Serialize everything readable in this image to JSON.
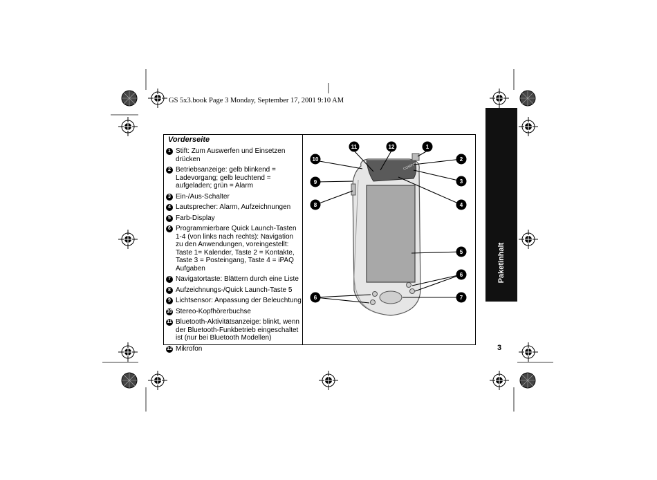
{
  "header": {
    "book_info": "GS 5x3.book  Page 3  Monday, September 17, 2001  9:10 AM"
  },
  "section": {
    "title": "Vorderseite"
  },
  "features": [
    {
      "num": "1",
      "text": "Stift: Zum Auswerfen und Einsetzen drücken"
    },
    {
      "num": "2",
      "text": "Betriebsanzeige: gelb blinkend = Ladevorgang; gelb leuchtend = aufgeladen; grün = Alarm"
    },
    {
      "num": "3",
      "text": "Ein-/Aus-Schalter"
    },
    {
      "num": "4",
      "text": "Lautsprecher: Alarm, Aufzeichnungen"
    },
    {
      "num": "5",
      "text": "Farb-Display"
    },
    {
      "num": "6",
      "text": "Programmierbare Quick Launch-Tasten 1-4 (von links nach rechts): Navigation zu den Anwendungen, voreingestellt: Taste 1= Kalender, Taste 2 = Kontakte, Taste 3 = Posteingang, Taste 4 = iPAQ Aufgaben"
    },
    {
      "num": "7",
      "text": "Navigatortaste: Blättern durch eine Liste"
    },
    {
      "num": "8",
      "text": "Aufzeichnungs-/Quick Launch-Taste 5"
    },
    {
      "num": "9",
      "text": "Lichtsensor: Anpassung der Beleuchtung"
    },
    {
      "num": "10",
      "text": "Stereo-Kopfhörerbuchse"
    },
    {
      "num": "11",
      "text": "Bluetooth-Aktivitätsanzeige: blinkt, wenn der Bluetooth-Funkbetrieb eingeschaltet ist (nur bei Bluetooth Modellen)"
    },
    {
      "num": "12",
      "text": "Mikrofon"
    }
  ],
  "figure": {
    "callouts": [
      "11",
      "12",
      "1",
      "10",
      "2",
      "9",
      "3",
      "8",
      "4",
      "5",
      "6",
      "6",
      "7"
    ],
    "brand_text": "COMPAQ"
  },
  "side_tab": {
    "label": "Paketinhalt"
  },
  "page_number": "3"
}
